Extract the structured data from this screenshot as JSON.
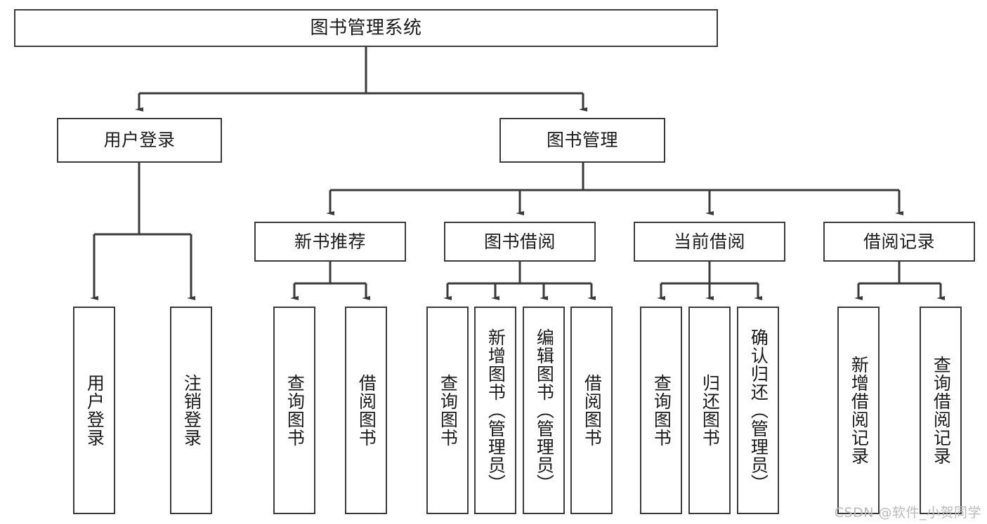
{
  "diagram": {
    "type": "tree",
    "title": "图书管理系统",
    "watermark": "CSDN @软件_小贺同学",
    "colors": {
      "box_border": "#3a3a3a",
      "box_fill": "#ffffff",
      "connector": "#3a3a3a",
      "text": "#1a1a1a",
      "watermark": "#b9b9b9",
      "background": "#ffffff"
    },
    "root": {
      "label": "图书管理系统"
    },
    "level2": [
      {
        "label": "用户登录"
      },
      {
        "label": "图书管理"
      }
    ],
    "level3": [
      {
        "label": "新书推荐"
      },
      {
        "label": "图书借阅"
      },
      {
        "label": "当前借阅"
      },
      {
        "label": "借阅记录"
      }
    ],
    "leaves": {
      "user_login": [
        {
          "label": "用户登录"
        },
        {
          "label": "注销登录"
        }
      ],
      "new_book_recommend": [
        {
          "label": "查询图书"
        },
        {
          "label": "借阅图书"
        }
      ],
      "book_borrow": [
        {
          "label": "查询图书"
        },
        {
          "label": "新增图书（管理员）"
        },
        {
          "label": "编辑图书（管理员）"
        },
        {
          "label": "借阅图书"
        }
      ],
      "current_borrow": [
        {
          "label": "查询图书"
        },
        {
          "label": "归还图书"
        },
        {
          "label": "确认归还（管理员）"
        }
      ],
      "borrow_record": [
        {
          "label": "新增借阅记录"
        },
        {
          "label": "查询借阅记录"
        }
      ]
    }
  }
}
